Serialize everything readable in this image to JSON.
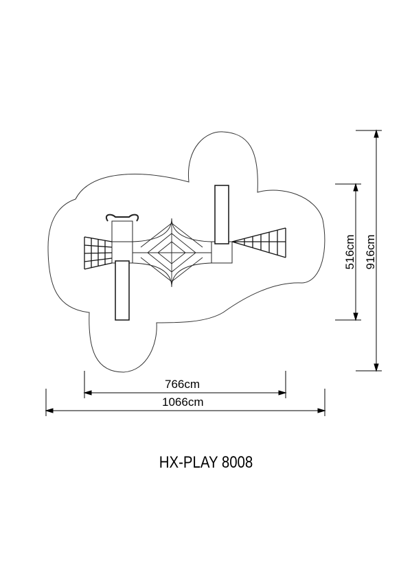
{
  "title": "HX-PLAY 8008",
  "dimensions": {
    "inner_width": "766cm",
    "outer_width": "1066cm",
    "inner_height": "516cm",
    "outer_height": "916cm"
  }
}
